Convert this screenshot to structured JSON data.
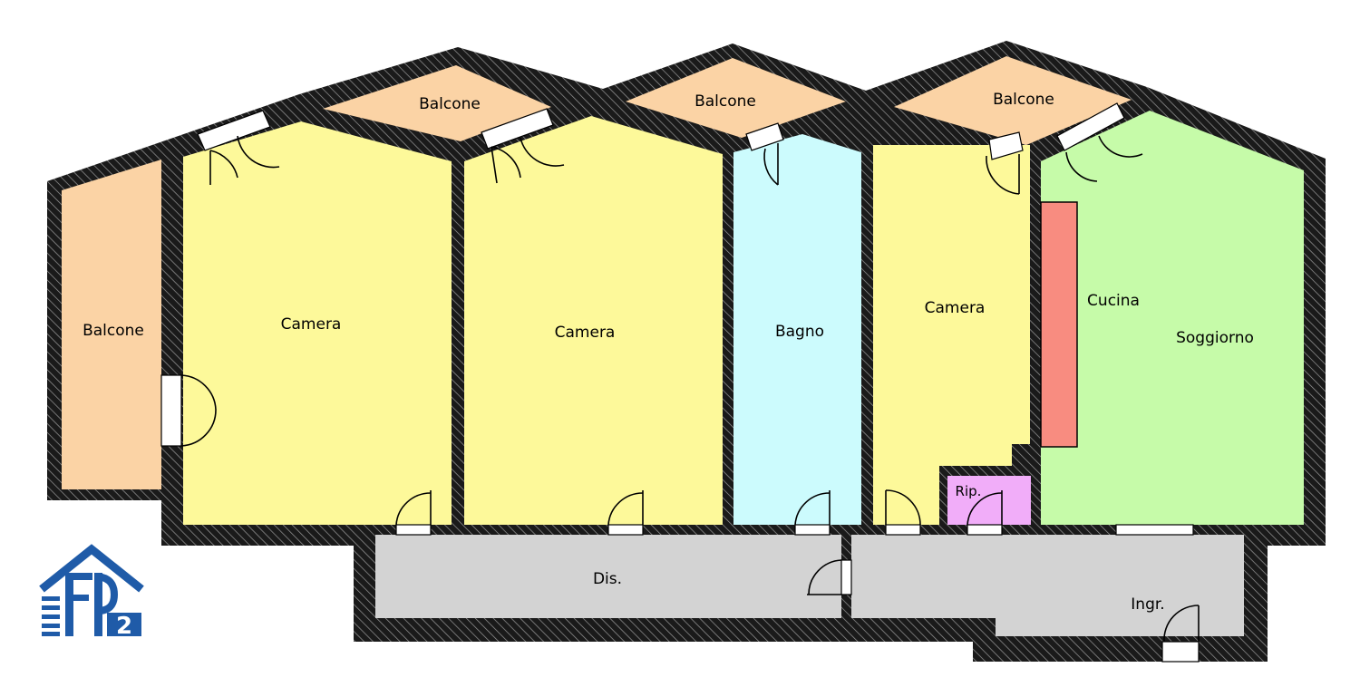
{
  "colors": {
    "wall": "#1a1a1a",
    "hatch": "#9a9a9a",
    "balcony": "#fbd3a5",
    "bedroom": "#fdf99a",
    "bathroom": "#ccfbfd",
    "living": "#c6fba9",
    "kitchen_counter": "#f88c80",
    "storage": "#f1adf9",
    "corridor": "#d3d3d3",
    "logo": "#1f5ba8"
  },
  "rooms": {
    "balcone_left": "Balcone",
    "balcone_top_1": "Balcone",
    "balcone_top_2": "Balcone",
    "balcone_top_3": "Balcone",
    "camera_1": "Camera",
    "camera_2": "Camera",
    "camera_3": "Camera",
    "bagno": "Bagno",
    "cucina": "Cucina",
    "soggiorno": "Soggiorno",
    "ripostiglio": "Rip.",
    "disimpegno": "Dis.",
    "ingresso": "Ingr."
  },
  "logo": {
    "text": "2",
    "icon": "house-a2-logo-icon"
  }
}
